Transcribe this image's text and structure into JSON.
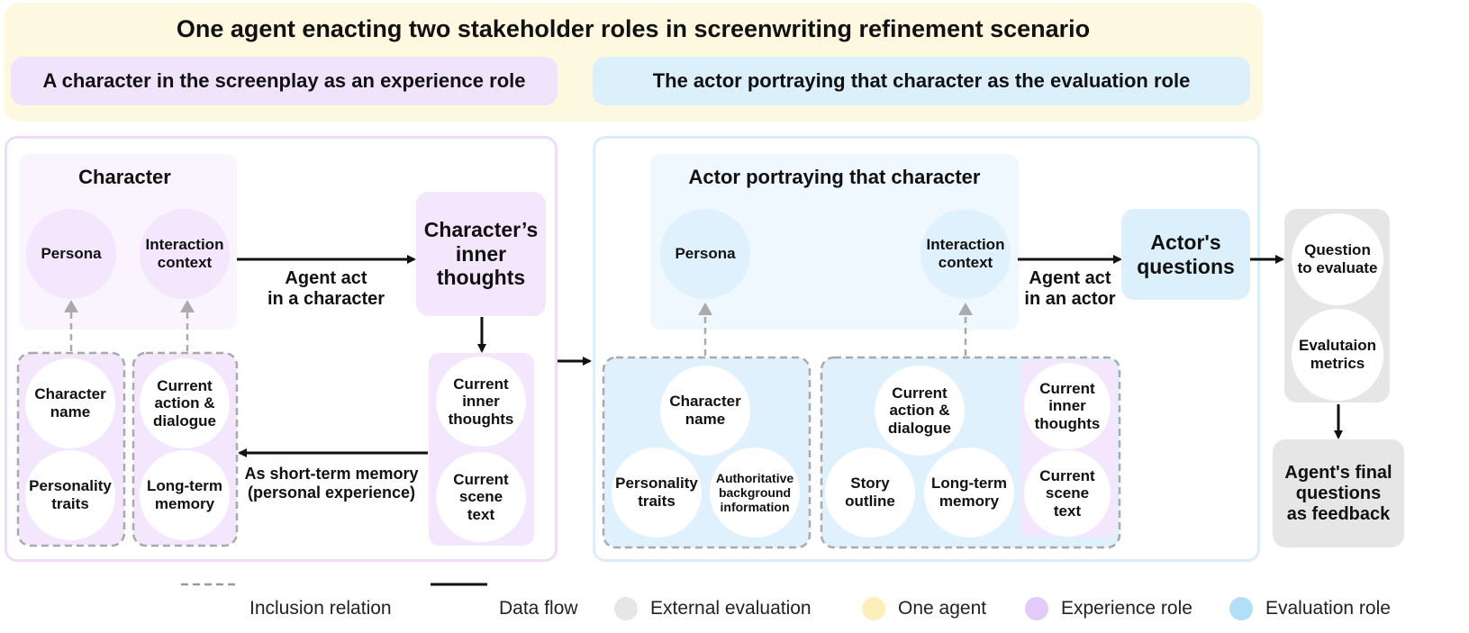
{
  "title": "One agent enacting two stakeholder roles in screenwriting refinement scenario",
  "roles": {
    "experience": "A character in the screenplay as an experience role",
    "evaluation": "The actor portraying that character as the evaluation role"
  },
  "left": {
    "character_title": "Character",
    "persona": "Persona",
    "interaction_context": "Interaction\ncontext",
    "agent_act": "Agent act\nin a character",
    "inner_thoughts": "Character’s\ninner\nthoughts",
    "character_name": "Character\nname",
    "personality_traits": "Personality\ntraits",
    "current_action": "Current\naction &\ndialogue",
    "long_term_memory": "Long-term\nmemory",
    "current_inner_thoughts": "Current\ninner\nthoughts",
    "current_scene_text": "Current\nscene\ntext",
    "short_term": "As short-term memory\n(personal experience)"
  },
  "right": {
    "actor_title": "Actor portraying that character",
    "persona": "Persona",
    "interaction_context": "Interaction\ncontext",
    "agent_act": "Agent act\nin an actor",
    "actor_questions": "Actor's\nquestions",
    "character_name": "Character\nname",
    "personality_traits": "Personality\ntraits",
    "authoritative": "Authoritative\nbackground\ninformation",
    "current_action": "Current\naction &\ndialogue",
    "story_outline": "Story\noutline",
    "long_term_memory": "Long-term\nmemory",
    "current_inner_thoughts": "Current\ninner\nthoughts",
    "current_scene_text": "Current\nscene\ntext"
  },
  "external": {
    "question": "Question\nto evaluate",
    "metrics": "Evalutaion\nmetrics",
    "final": "Agent's final\nquestions\nas feedback"
  },
  "legend": {
    "inclusion": "Inclusion relation",
    "data_flow": "Data flow",
    "external": "External  evaluation",
    "one_agent": "One agent",
    "experience": "Experience role",
    "evaluation": "Evaluation role"
  },
  "colors": {
    "one_agent": "#fdf9e1",
    "experience": "#f3e6fd",
    "evaluation": "#dff1fc",
    "external": "#e6e6e6"
  }
}
